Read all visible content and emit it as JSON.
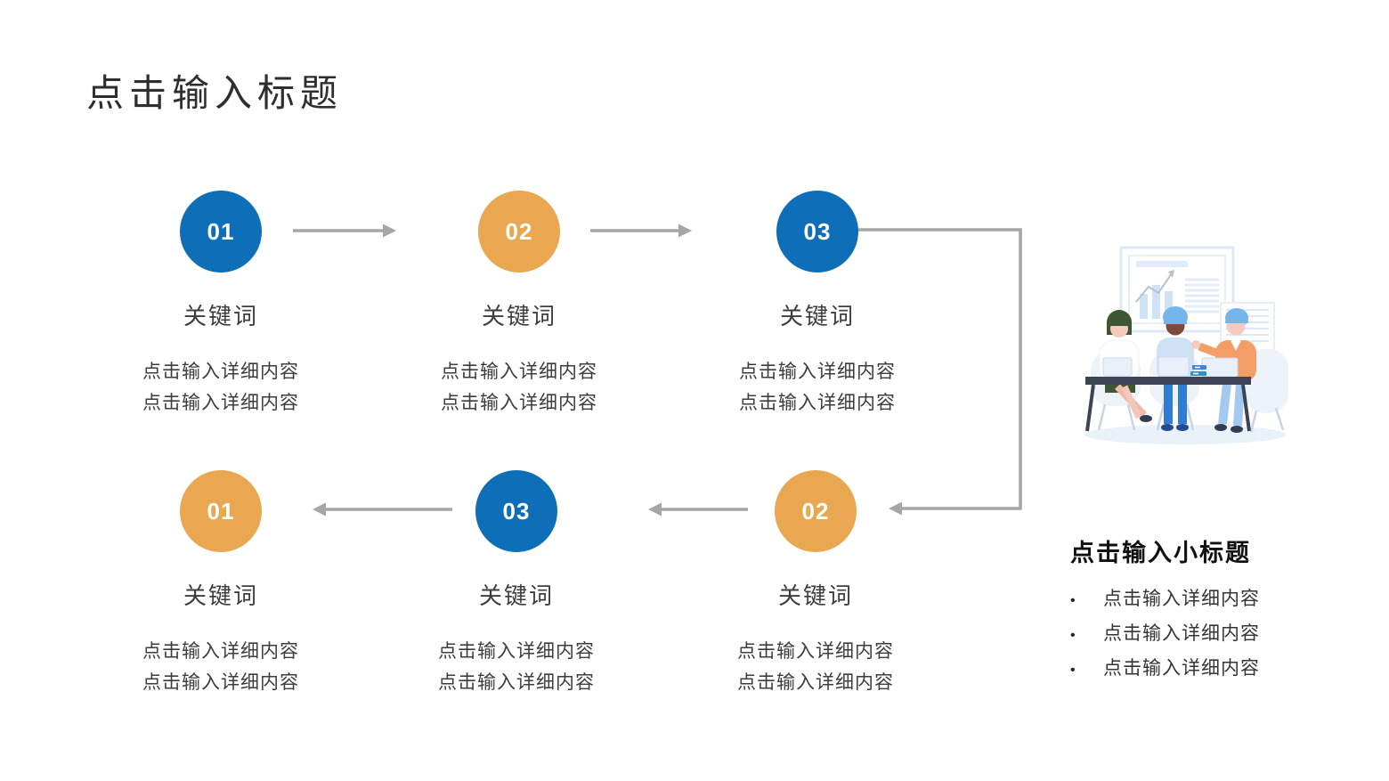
{
  "slide": {
    "title": "点击输入标题"
  },
  "colors": {
    "blue": "#0e6eb8",
    "orange": "#e9a751",
    "arrow": "#a6a6a6",
    "circle_text": "#ffffff"
  },
  "steps": [
    {
      "number": "01",
      "color": "blue",
      "keyword": "关键词",
      "details": [
        "点击输入详细内容",
        "点击输入详细内容"
      ]
    },
    {
      "number": "02",
      "color": "orange",
      "keyword": "关键词",
      "details": [
        "点击输入详细内容",
        "点击输入详细内容"
      ]
    },
    {
      "number": "03",
      "color": "blue",
      "keyword": "关键词",
      "details": [
        "点击输入详细内容",
        "点击输入详细内容"
      ]
    },
    {
      "number": "01",
      "color": "orange",
      "keyword": "关键词",
      "details": [
        "点击输入详细内容",
        "点击输入详细内容"
      ]
    },
    {
      "number": "03",
      "color": "blue",
      "keyword": "关键词",
      "details": [
        "点击输入详细内容",
        "点击输入详细内容"
      ]
    },
    {
      "number": "02",
      "color": "orange",
      "keyword": "关键词",
      "details": [
        "点击输入详细内容",
        "点击输入详细内容"
      ]
    }
  ],
  "side_panel": {
    "subtitle": "点击输入小标题",
    "bullets": [
      "点击输入详细内容",
      "点击输入详细内容",
      "点击输入详细内容"
    ]
  }
}
